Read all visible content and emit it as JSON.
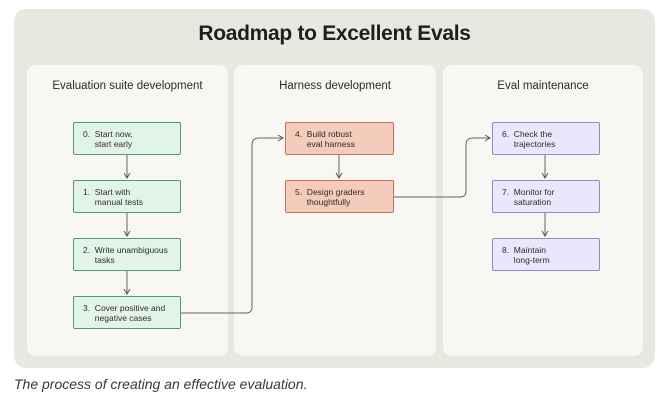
{
  "title": "Roadmap to Excellent Evals",
  "columns": [
    {
      "title": "Evaluation suite development"
    },
    {
      "title": "Harness development"
    },
    {
      "title": "Eval maintenance"
    }
  ],
  "steps": [
    {
      "label": "0.  Start now,\n     start early",
      "stage": "Evaluation suite development",
      "color": "#e2f3ea"
    },
    {
      "label": "1.  Start with\n     manual tests",
      "stage": "Evaluation suite development",
      "color": "#e2f3ea"
    },
    {
      "label": "2.  Write unambiguous\n     tasks",
      "stage": "Evaluation suite development",
      "color": "#e2f3ea"
    },
    {
      "label": "3.  Cover positive and\n     negative cases",
      "stage": "Evaluation suite development",
      "color": "#e2f3ea"
    },
    {
      "label": "4.  Build robust\n     eval harness",
      "stage": "Harness development",
      "color": "#f5cbbb"
    },
    {
      "label": "5.  Design graders\n     thoughtfully",
      "stage": "Harness development",
      "color": "#f5cbbb"
    },
    {
      "label": "6.  Check the\n     trajectories",
      "stage": "Eval maintenance",
      "color": "#e8e7fb"
    },
    {
      "label": "7.  Monitor for\n     saturation",
      "stage": "Eval maintenance",
      "color": "#e8e7fb"
    },
    {
      "label": "8.  Maintain\n     long-term",
      "stage": "Eval maintenance",
      "color": "#e8e7fb"
    }
  ],
  "caption": "The process of creating an effective evaluation."
}
